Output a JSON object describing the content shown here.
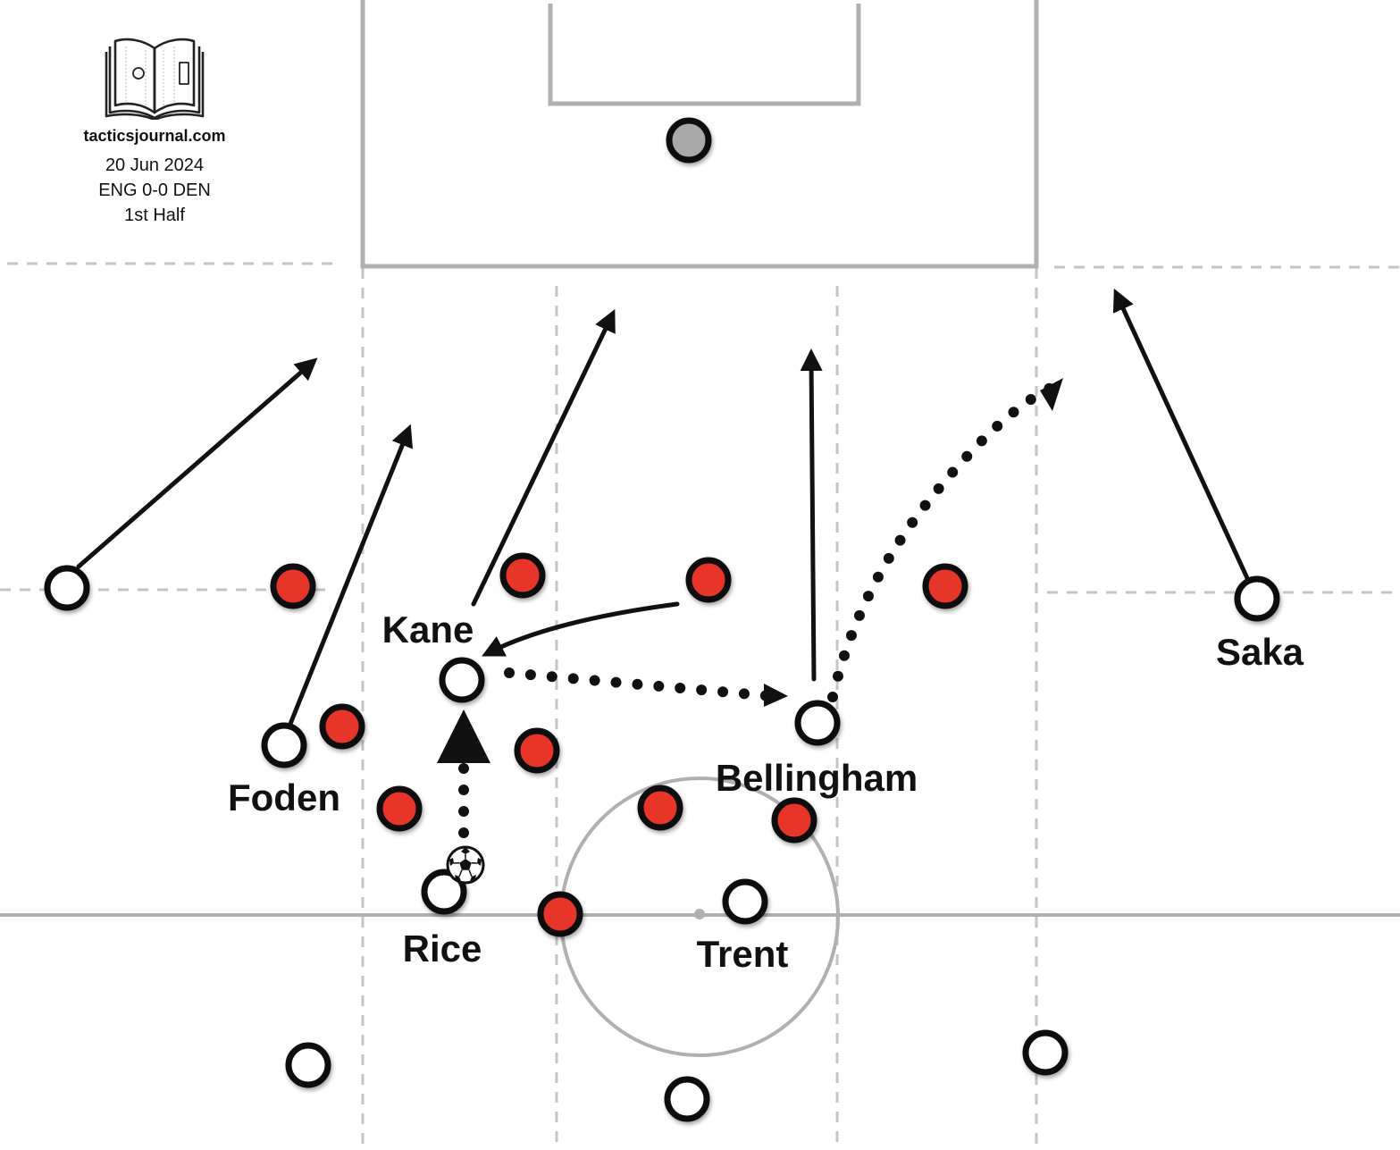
{
  "header": {
    "site": "tacticsjournal.com",
    "date": "20 Jun 2024",
    "match": "ENG 0-0 DEN",
    "period": "1st Half",
    "logo_icon": "open-book-pitch-icon"
  },
  "colors": {
    "pitch_line": "#b0b0b0",
    "zone_line": "#c4c4c4",
    "england": "#ffffff",
    "denmark": "#e8352a",
    "goalkeeper": "#a9a9a9",
    "outline": "#111111",
    "arrow": "#111111"
  },
  "players": {
    "foden": {
      "name": "Foden"
    },
    "kane": {
      "name": "Kane"
    },
    "rice": {
      "name": "Rice"
    },
    "bellingham": {
      "name": "Bellingham"
    },
    "trent": {
      "name": "Trent"
    },
    "saka": {
      "name": "Saka"
    }
  },
  "ball_icon": "football-icon"
}
